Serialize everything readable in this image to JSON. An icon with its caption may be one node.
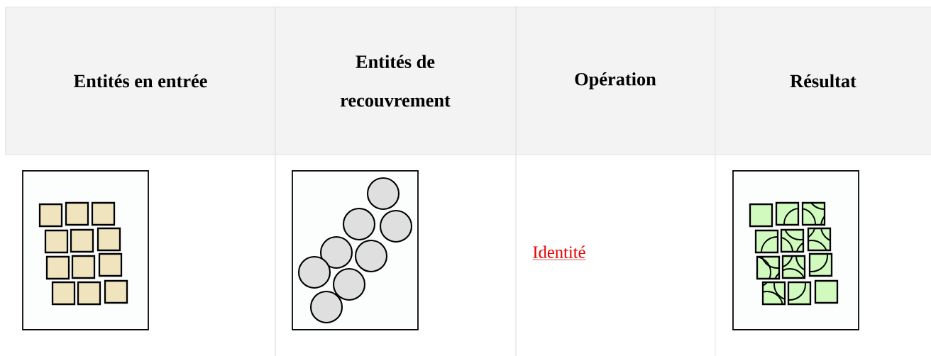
{
  "diagram": {
    "labels": [
      "Entités en entrée",
      "Entités de recouvrement",
      "Opération",
      "Résultat",
      "Identité"
    ]
  }
}
